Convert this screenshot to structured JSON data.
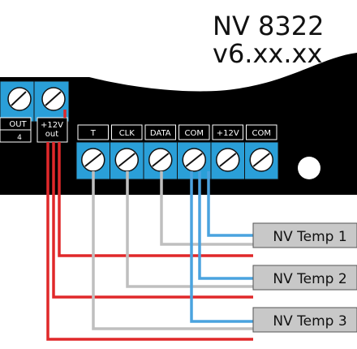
{
  "device": {
    "model": "NV 8322",
    "version": "v6.xx.xx"
  },
  "left_terminals": {
    "partial_label": "OUT",
    "partial_number": "4",
    "power_label_line1": "+12V",
    "power_label_line2": "out"
  },
  "terminals": [
    {
      "label": "T"
    },
    {
      "label": "CLK"
    },
    {
      "label": "DATA"
    },
    {
      "label": "COM"
    },
    {
      "label": "+12V"
    },
    {
      "label": "COM"
    }
  ],
  "sensors": [
    {
      "label": "NV Temp 1"
    },
    {
      "label": "NV Temp 2"
    },
    {
      "label": "NV Temp 3"
    }
  ],
  "colors": {
    "board": "#000000",
    "terminal_blue": "#2a9fd8",
    "wire_red": "#e0282a",
    "wire_gray": "#bfbfbf",
    "wire_blue": "#4aa3df",
    "sensor_fill": "#c8c8c8"
  }
}
